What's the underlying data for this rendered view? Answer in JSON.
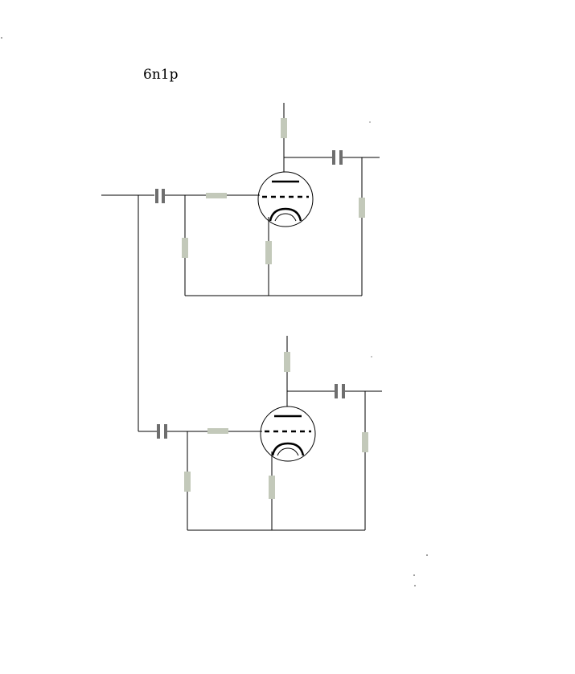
{
  "diagram": {
    "title": "6n1p",
    "colors": {
      "wire": "#000000",
      "resistor": "#c3c9ba",
      "capacitor": "#6e6e6e"
    },
    "stages": [
      {
        "name": "stage-upper",
        "components": [
          "input-capacitor",
          "grid-stopper-resistor",
          "grid-leak-resistor",
          "cathode-resistor",
          "triode-6n1p",
          "plate-load-resistor",
          "output-coupling-capacitor",
          "output-load-resistor"
        ]
      },
      {
        "name": "stage-lower",
        "components": [
          "input-capacitor",
          "grid-stopper-resistor",
          "grid-leak-resistor",
          "cathode-resistor",
          "triode-6n1p",
          "plate-load-resistor",
          "output-coupling-capacitor",
          "output-load-resistor"
        ]
      }
    ]
  }
}
